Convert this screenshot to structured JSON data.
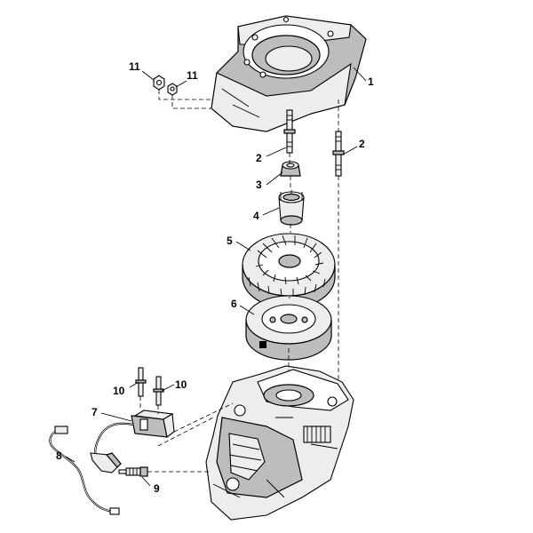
{
  "callouts": {
    "c1": "1",
    "c2a": "2",
    "c2b": "2",
    "c3": "3",
    "c4": "4",
    "c5": "5",
    "c6": "6",
    "c7": "7",
    "c8": "8",
    "c9": "9",
    "c10a": "10",
    "c10b": "10",
    "c11a": "11",
    "c11b": "11"
  }
}
